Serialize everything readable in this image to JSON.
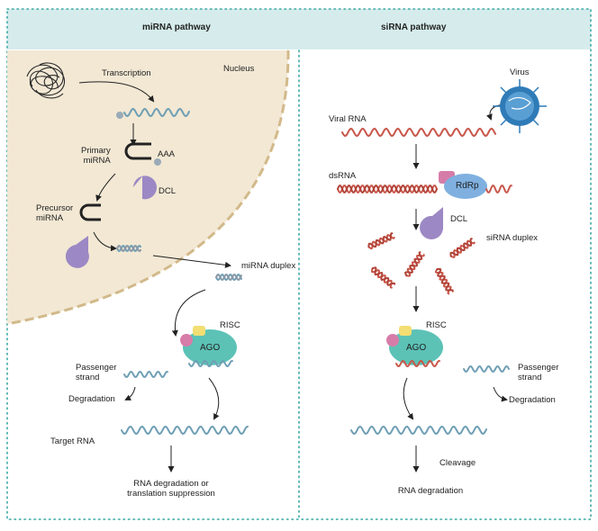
{
  "headers": {
    "mirna_pathway": "miRNA pathway",
    "sirna_pathway": "siRNA pathway"
  },
  "mirna": {
    "nucleus": "Nucleus",
    "transcription": "Transcription",
    "primary_line1": "Primary",
    "primary_line2": "miRNA",
    "polya": "AAA",
    "dcl": "DCL",
    "precursor_line1": "Precursor",
    "precursor_line2": "miRNA",
    "duplex": "miRNA duplex",
    "risc": "RISC",
    "ago": "AGO",
    "passenger_line1": "Passenger",
    "passenger_line2": "strand",
    "degradation": "Degradation",
    "target_rna": "Target RNA",
    "outcome_line1": "RNA degradation or",
    "outcome_line2": "translation suppression"
  },
  "sirna": {
    "virus": "Virus",
    "viral_rna": "Viral RNA",
    "dsrna": "dsRNA",
    "rdrp": "RdRp",
    "dcl": "DCL",
    "duplex": "siRNA duplex",
    "risc": "RISC",
    "ago": "AGO",
    "passenger_line1": "Passenger",
    "passenger_line2": "strand",
    "degradation": "Degradation",
    "cleavage": "Cleavage",
    "outcome": "RNA degradation"
  },
  "colors": {
    "header_band": "#d6ecec",
    "nucleus_fill": "#f2e8d4",
    "nucleus_edge": "#d2b98a",
    "border_dots": "#3aa7a3",
    "blue_strand": "#6f9fb4",
    "red_strand": "#c8564a",
    "dcl": "#9c88c4",
    "ago": "#5cc2b6",
    "pink": "#d67ca9",
    "yellow": "#f2de72",
    "rdrp": "#7fb0e0",
    "virus": "#2f7bb7"
  }
}
